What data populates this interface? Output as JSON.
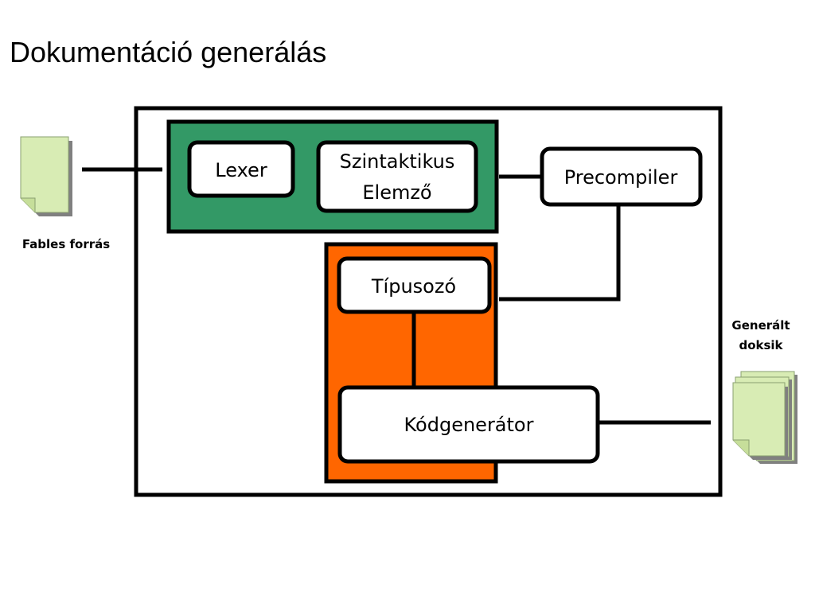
{
  "title": "Dokumentáció generálás",
  "colors": {
    "parser_group": "#339966",
    "backend_group": "#ff6600",
    "document": "#d8ecb4",
    "document_shadow": "#808080"
  },
  "inputs": {
    "source_label": "Fables forrás"
  },
  "outputs": {
    "docs_label_line1": "Generált",
    "docs_label_line2": "doksik"
  },
  "nodes": {
    "lexer": "Lexer",
    "parser_line1": "Szintaktikus",
    "parser_line2": "Elemző",
    "precompiler": "Precompiler",
    "typer": "Típusozó",
    "codegen": "Kódgenerátor"
  }
}
